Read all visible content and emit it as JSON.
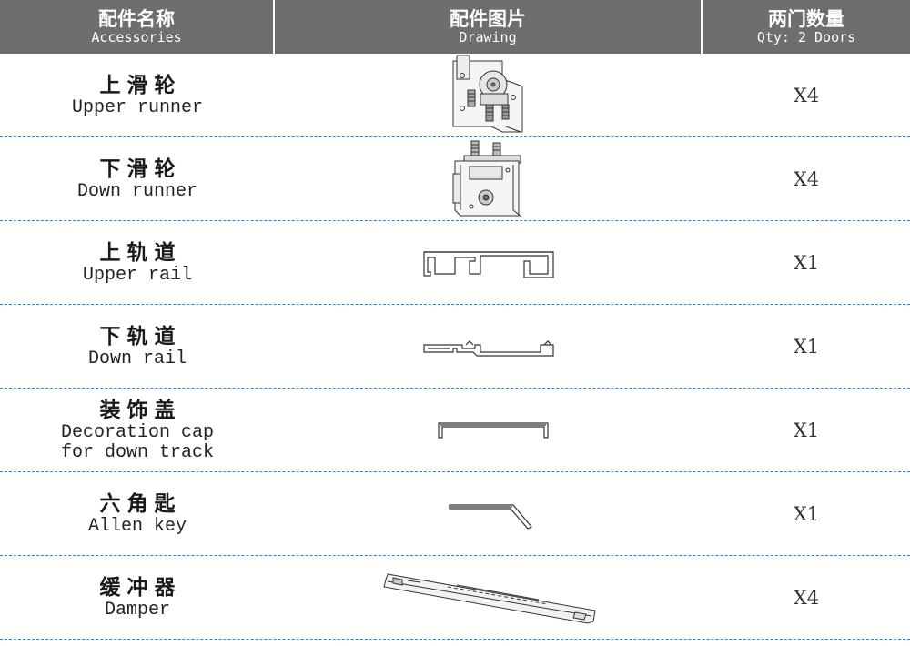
{
  "header": {
    "accessories_cn": "配件名称",
    "accessories_en": "Accessories",
    "drawing_cn": "配件图片",
    "drawing_en": "Drawing",
    "qty_cn": "两门数量",
    "qty_en": "Qty: 2 Doors"
  },
  "rows": [
    {
      "name_cn": "上滑轮",
      "name_en": "Upper runner",
      "drawing": "upper-runner-drawing",
      "qty": "X4"
    },
    {
      "name_cn": "下滑轮",
      "name_en": "Down runner",
      "drawing": "down-runner-drawing",
      "qty": "X4"
    },
    {
      "name_cn": "上轨道",
      "name_en": "Upper rail",
      "drawing": "upper-rail-drawing",
      "qty": "X1"
    },
    {
      "name_cn": "下轨道",
      "name_en": "Down rail",
      "drawing": "down-rail-drawing",
      "qty": "X1"
    },
    {
      "name_cn": "装饰盖",
      "name_en_line1": "Decoration cap",
      "name_en_line2": "for down track",
      "drawing": "decoration-cap-drawing",
      "qty": "X1"
    },
    {
      "name_cn": "六角匙",
      "name_en": "Allen key",
      "drawing": "allen-key-drawing",
      "qty": "X1"
    },
    {
      "name_cn": "缓冲器",
      "name_en": "Damper",
      "drawing": "damper-drawing",
      "qty": "X4"
    }
  ],
  "colors": {
    "header_bg": "#6d6e70",
    "divider": "#4a77c9"
  }
}
